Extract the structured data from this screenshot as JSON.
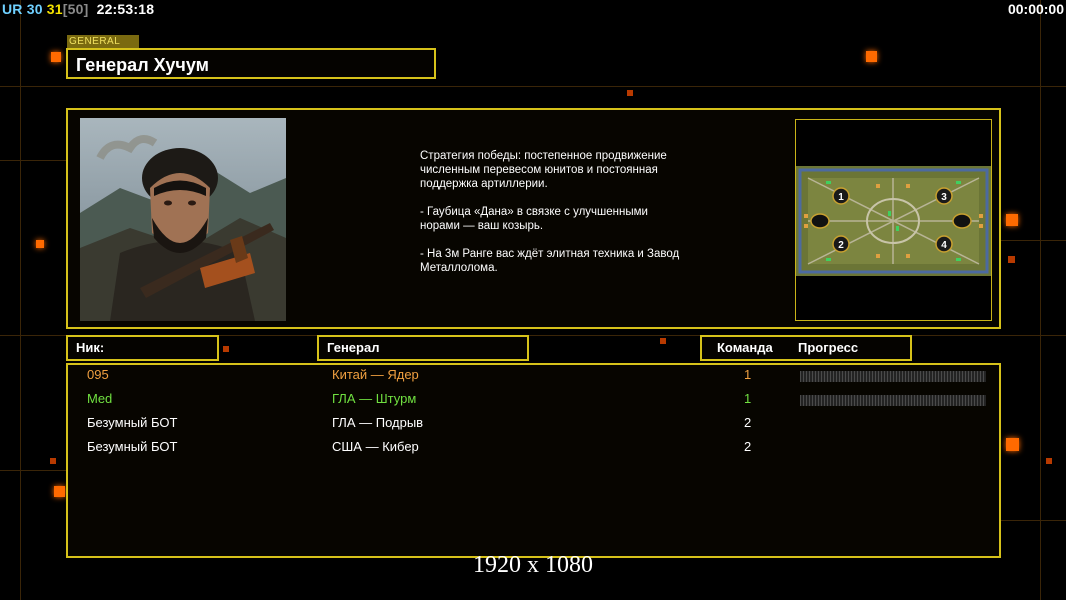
{
  "hud": {
    "ur": "UR",
    "value_a": "30",
    "value_b": "31",
    "value_c": "[50]",
    "clock": "22:53:18",
    "timer": "00:00:00"
  },
  "general": {
    "tag": "GENERAL",
    "name": "Генерал Хучум"
  },
  "strategy": {
    "p1": "Стратегия победы: постепенное продвижение численным перевесом юнитов и постоянная поддержка артиллерии.",
    "p2": "- Гаубица «Дана» в связке с улучшенными норами — ваш козырь.",
    "p3": "- На 3м Ранге вас ждёт элитная техника и Завод Металлолома."
  },
  "minimap": {
    "slots": [
      "1",
      "2",
      "3",
      "4"
    ]
  },
  "columns": {
    "nick": "Ник:",
    "general": "Генерал",
    "team": "Команда",
    "progress": "Прогресс"
  },
  "players": [
    {
      "nick": "095",
      "general": "Китай — Ядер",
      "team": "1",
      "color": "#f0a040",
      "progress": true
    },
    {
      "nick": "Med",
      "general": "ГЛА — Штурм",
      "team": "1",
      "color": "#70e040",
      "progress": true
    },
    {
      "nick": "Безумный БОТ",
      "general": "ГЛА — Подрыв",
      "team": "2",
      "color": "#ffffff",
      "progress": false
    },
    {
      "nick": "Безумный БОТ",
      "general": "США — Кибер",
      "team": "2",
      "color": "#ffffff",
      "progress": false
    }
  ],
  "resolution": "1920 x 1080",
  "colors": {
    "frame": "#d6c21a",
    "accent": "#ff6a00"
  }
}
